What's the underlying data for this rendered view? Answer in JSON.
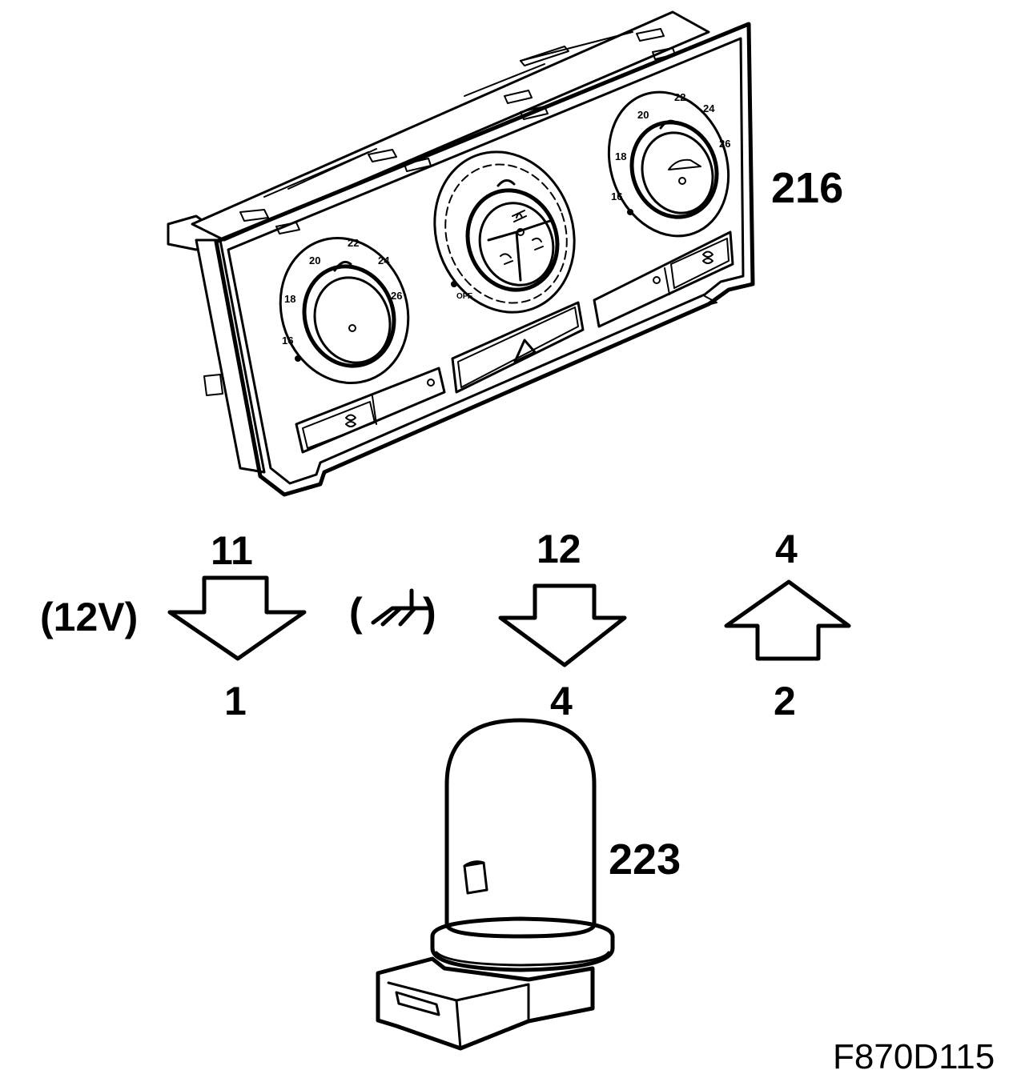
{
  "figure_id": "F870D115",
  "parts": {
    "control_panel": {
      "number": "216"
    },
    "bulb": {
      "number": "223"
    }
  },
  "dial_marks": {
    "left": [
      "16",
      "18",
      "20",
      "22",
      "24",
      "26"
    ],
    "right": [
      "16",
      "18",
      "20",
      "22",
      "24",
      "26"
    ],
    "fan_off": "OFF"
  },
  "connections": {
    "supply": {
      "top": "11",
      "bottom": "1",
      "note": "(12V)",
      "direction": "down"
    },
    "ground": {
      "symbol": "(⏚)"
    },
    "signal": {
      "top": "12",
      "bottom": "4",
      "direction": "down"
    },
    "return": {
      "top": "4",
      "bottom": "2",
      "direction": "up"
    }
  }
}
